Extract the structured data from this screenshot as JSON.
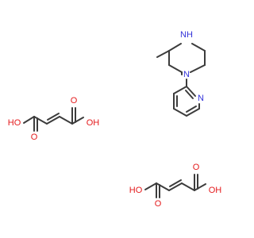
{
  "colors": {
    "bond": "#3c3c3c",
    "nitrogen": "#3333d9",
    "oxygen": "#e41a1c",
    "background": "#ffffff"
  },
  "piperazine": {
    "n_top": "NH",
    "n_aryl": "N"
  },
  "pyridine": {
    "n_ring": "N"
  },
  "acid1": {
    "o_left_h": "HO",
    "o_left": "O",
    "o_right": "O",
    "o_right_h": "OH"
  },
  "acid2": {
    "o_left_h": "HO",
    "o_left": "O",
    "o_right": "O",
    "o_right_h": "OH"
  }
}
